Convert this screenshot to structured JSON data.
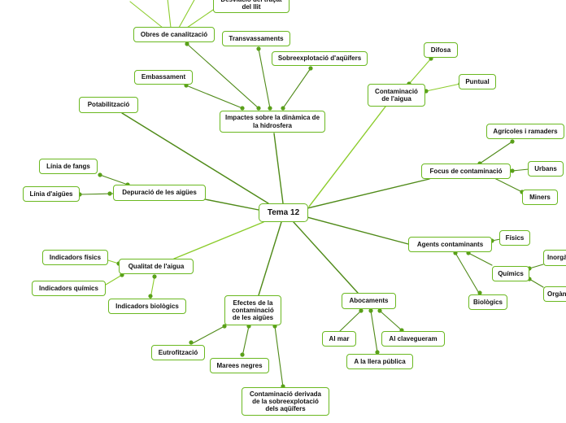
{
  "central": "Tema 12",
  "nodes": {
    "potabilitzacio": "Potabilització",
    "embassament": "Embassament",
    "obres_canalitzacio": "Obres de canalització",
    "desviacio_tracat": "Desviació del traçat del llit",
    "transvassaments": "Transvassaments",
    "sobreexplotacio": "Sobreexplotació d'aqüífers",
    "impactes": "Impactes sobre la dinàmica de la hidrosfera",
    "contaminacio_aigua": "Contaminació de l'aigua",
    "difosa": "Difosa",
    "puntual": "Puntual",
    "focus": "Focus de contaminació",
    "agricoles": "Agrícoles i ramaders",
    "urbans": "Urbans",
    "miners": "Miners",
    "agents": "Agents contaminants",
    "fisics": "Físics",
    "quimics": "Químics",
    "inorganics": "Inorgànics",
    "organics": "Orgànics",
    "biologics": "Biològics",
    "linia_fangs": "Línia de fangs",
    "linia_aigues": "Línia d'aigües",
    "depuracio": "Depuració de les aigües",
    "indicadors_fisics": "Indicadors físics",
    "qualitat": "Qualitat de l'aigua",
    "indicadors_quimics": "Indicadors químics",
    "indicadors_biologics": "Indicadors biològics",
    "efectes": "Efectes de la contaminació de les aigües",
    "eutrofitzacio": "Eutrofització",
    "marees_negres": "Marees negres",
    "contaminacio_derivada": "Contaminació derivada de la sobreexplotació dels aqüífers",
    "abocaments": "Abocaments",
    "al_mar": "Al mar",
    "al_clavegueram": "Al clavegueram",
    "llera_publica": "A la llera pública"
  },
  "colors": {
    "node_border": "#6ab820",
    "branch_light": "#8ccc2c",
    "branch_dark": "#4f8a18",
    "joint_dot": "#5aa01a"
  }
}
